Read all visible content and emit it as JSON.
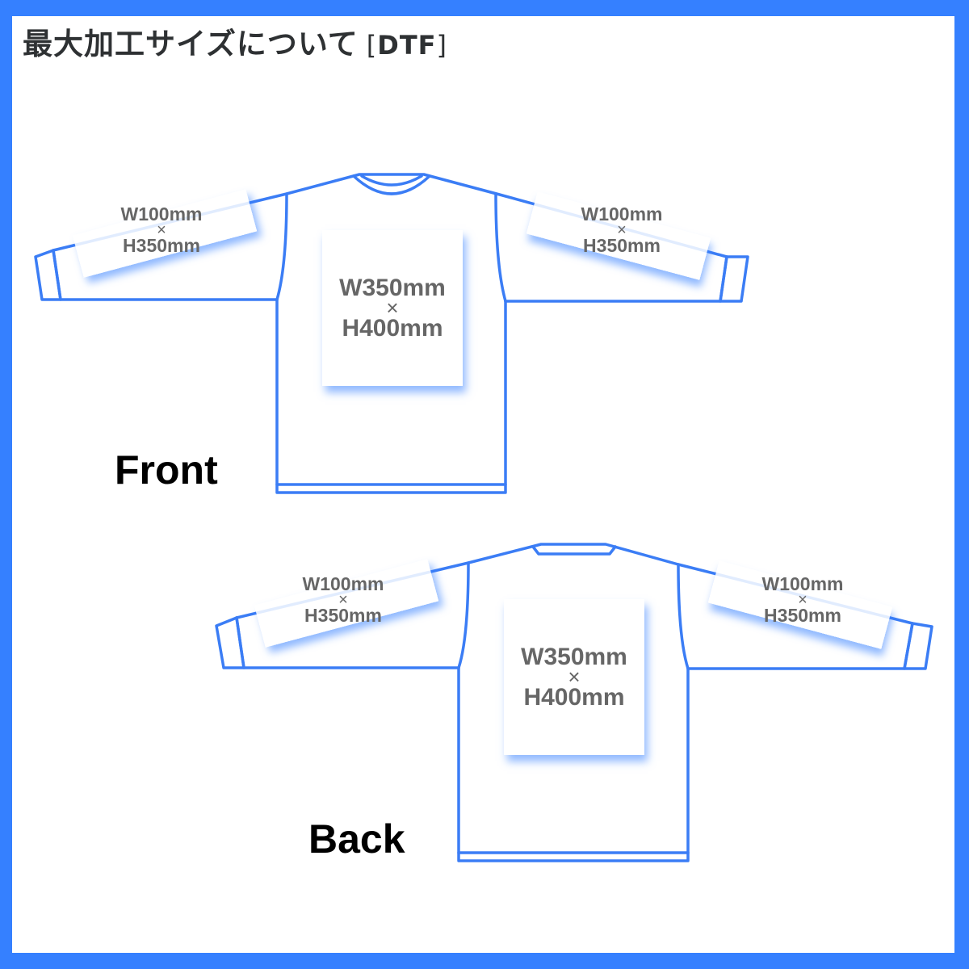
{
  "title": {
    "main": "最大加工サイズについて",
    "tag": "DTF"
  },
  "colors": {
    "frame": "#3580ff",
    "outline": "#3b7df5",
    "text": "#666666",
    "title": "#2e3133"
  },
  "front": {
    "label": "Front",
    "body": {
      "width": "W350mm",
      "times": "×",
      "height": "H400mm"
    },
    "left_sleeve": {
      "width": "W100mm",
      "times": "×",
      "height": "H350mm"
    },
    "right_sleeve": {
      "width": "W100mm",
      "times": "×",
      "height": "H350mm"
    }
  },
  "back": {
    "label": "Back",
    "body": {
      "width": "W350mm",
      "times": "×",
      "height": "H400mm"
    },
    "left_sleeve": {
      "width": "W100mm",
      "times": "×",
      "height": "H350mm"
    },
    "right_sleeve": {
      "width": "W100mm",
      "times": "×",
      "height": "H350mm"
    }
  }
}
